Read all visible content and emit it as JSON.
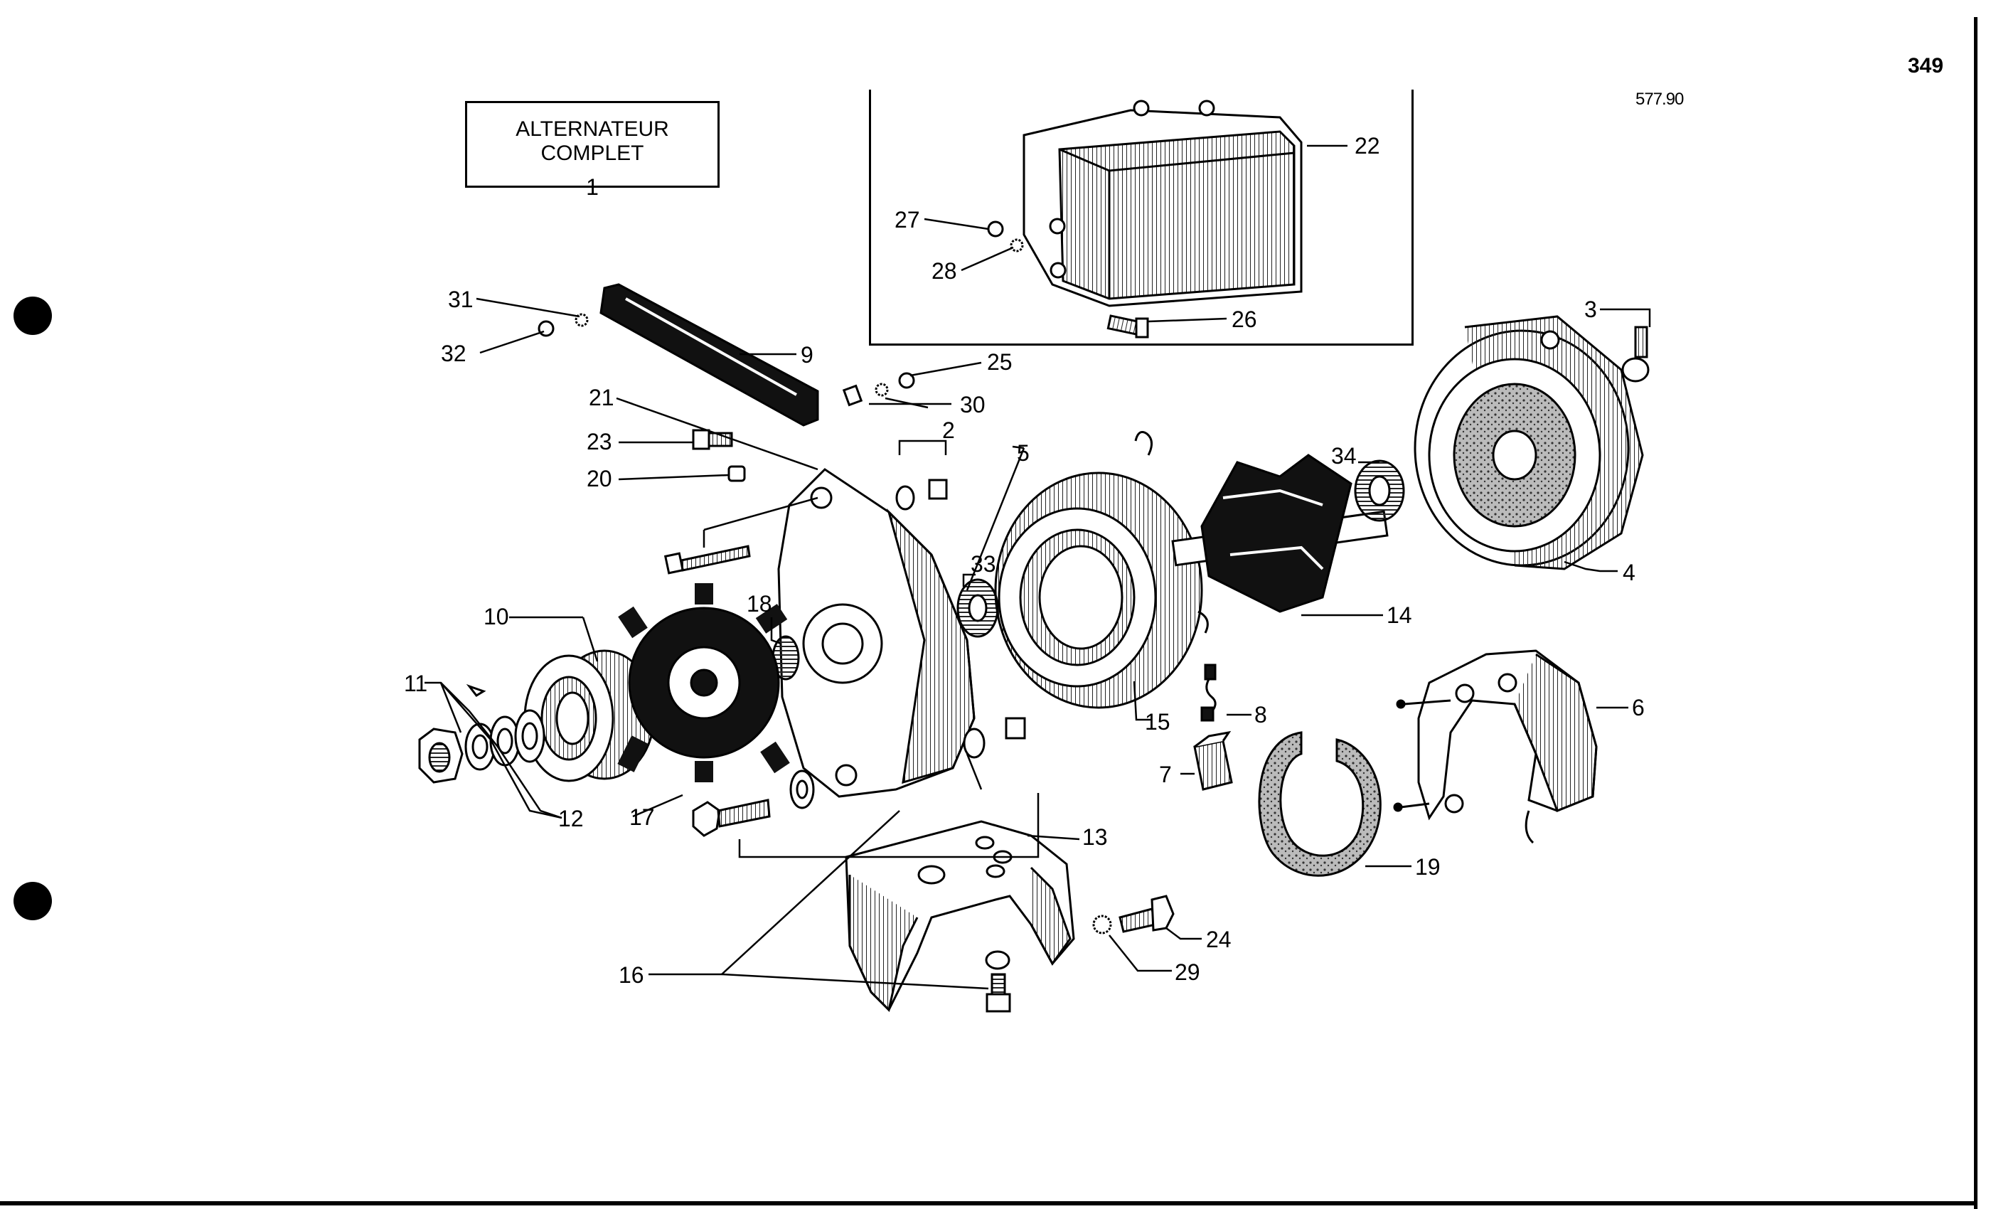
{
  "page_number": "349",
  "reference_code": "577.90",
  "title_box": {
    "line1": "ALTERNATEUR COMPLET",
    "line2": "1"
  },
  "callouts": [
    {
      "id": "c2",
      "text": "2"
    },
    {
      "id": "c3",
      "text": "3"
    },
    {
      "id": "c4",
      "text": "4"
    },
    {
      "id": "c5",
      "text": "5"
    },
    {
      "id": "c6",
      "text": "6"
    },
    {
      "id": "c7",
      "text": "7"
    },
    {
      "id": "c8",
      "text": "8"
    },
    {
      "id": "c9",
      "text": "9"
    },
    {
      "id": "c10",
      "text": "10"
    },
    {
      "id": "c11",
      "text": "11"
    },
    {
      "id": "c12",
      "text": "12"
    },
    {
      "id": "c13",
      "text": "13"
    },
    {
      "id": "c14",
      "text": "14"
    },
    {
      "id": "c15",
      "text": "15"
    },
    {
      "id": "c16",
      "text": "16"
    },
    {
      "id": "c17",
      "text": "17"
    },
    {
      "id": "c18",
      "text": "18"
    },
    {
      "id": "c19",
      "text": "19"
    },
    {
      "id": "c20",
      "text": "20"
    },
    {
      "id": "c21",
      "text": "21"
    },
    {
      "id": "c22",
      "text": "22"
    },
    {
      "id": "c23",
      "text": "23"
    },
    {
      "id": "c24",
      "text": "24"
    },
    {
      "id": "c25",
      "text": "25"
    },
    {
      "id": "c26",
      "text": "26"
    },
    {
      "id": "c27",
      "text": "27"
    },
    {
      "id": "c28",
      "text": "28"
    },
    {
      "id": "c29",
      "text": "29"
    },
    {
      "id": "c30",
      "text": "30"
    },
    {
      "id": "c31",
      "text": "31"
    },
    {
      "id": "c32",
      "text": "32"
    },
    {
      "id": "c33",
      "text": "33"
    },
    {
      "id": "c34",
      "text": "34"
    }
  ],
  "colors": {
    "ink": "#000000",
    "paper": "#ffffff",
    "hatch": "#555555"
  }
}
